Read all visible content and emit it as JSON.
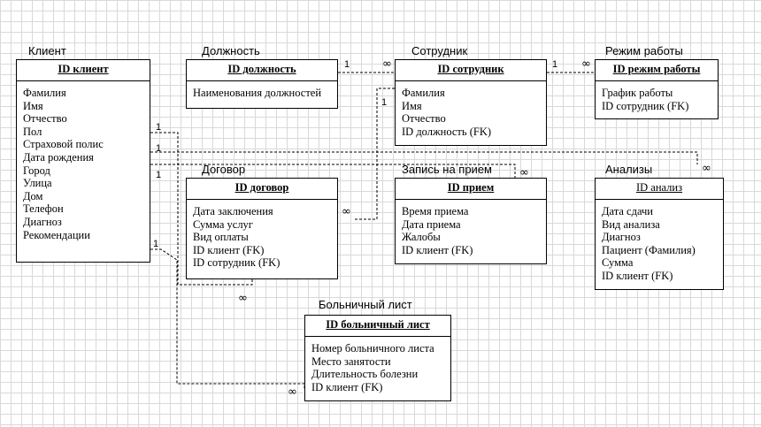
{
  "entities": {
    "client": {
      "title": "Клиент",
      "key": "ID клиент",
      "attributes": [
        "Фамилия",
        "Имя",
        "Отчество",
        "Пол",
        "Страховой полис",
        "Дата рождения",
        "Город",
        "Улица",
        "Дом",
        "Телефон",
        "Диагноз",
        "Рекомендации"
      ]
    },
    "position": {
      "title": "Должность",
      "key": "ID должность",
      "attributes": [
        "Наименования должностей"
      ]
    },
    "employee": {
      "title": "Сотрудник",
      "key": "ID сотрудник",
      "attributes": [
        "Фамилия",
        "Имя",
        "Отчество",
        "ID должность (FK)"
      ]
    },
    "schedule": {
      "title": "Режим работы",
      "key": "ID режим работы",
      "attributes": [
        "График работы",
        "ID сотрудник (FK)"
      ]
    },
    "contract": {
      "title": "Договор",
      "key": "ID договор",
      "attributes": [
        "Дата заключения",
        "Сумма услуг",
        "Вид оплаты",
        "ID клиент (FK)",
        "ID сотрудник (FK)"
      ]
    },
    "appointment": {
      "title": "Запись на прием",
      "key": "ID прием",
      "attributes": [
        "Время приема",
        "Дата приема",
        "Жалобы",
        "ID клиент (FK)"
      ]
    },
    "analyses": {
      "title": "Анализы",
      "key": "ID анализ",
      "attributes": [
        "Дата сдачи",
        "Вид анализа",
        "Диагноз",
        "Пациент (Фамилия)",
        "Сумма",
        "ID клиент (FK)"
      ]
    },
    "sick_leave": {
      "title": "Больничный лист",
      "key": "ID больничный лист",
      "attributes": [
        "Номер больничного листа",
        "Место занятости",
        "Длительность болезни",
        "ID клиент (FK)"
      ]
    }
  },
  "cardinality": {
    "one": "1",
    "many": "∞"
  },
  "colors": {
    "grid": "#d9d9d9",
    "line": "#000000",
    "background": "#ffffff"
  }
}
